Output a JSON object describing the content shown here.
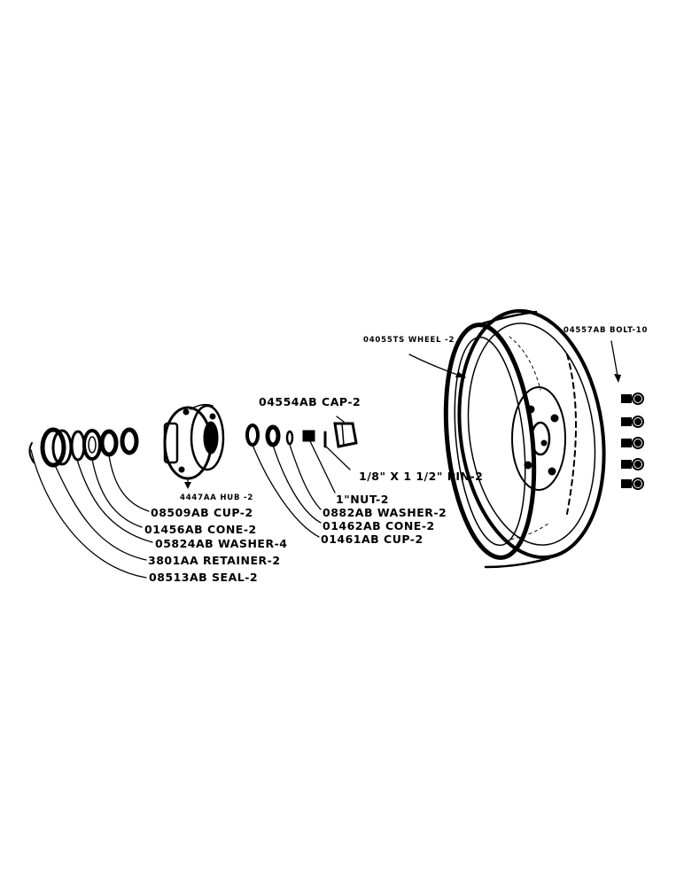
{
  "parts": {
    "wheel": "04055TS WHEEL -2",
    "bolt": "04557AB BOLT-10",
    "cap": "04554AB CAP-2",
    "hub": "4447AA HUB -2",
    "pin": "1/8\" X 1 1/2\" PIN-2",
    "nut": "1\"NUT-2",
    "washer_small": "0882AB WASHER-2",
    "cone_small": "01462AB CONE-2",
    "cup_small": "01461AB CUP-2",
    "cup_large": "08509AB CUP-2",
    "cone_large": "01456AB CONE-2",
    "washer_large": "05824AB WASHER-4",
    "retainer": "3801AA RETAINER-2",
    "seal": "08513AB SEAL-2"
  },
  "colors": {
    "ink": "#000000",
    "paper": "#ffffff"
  }
}
